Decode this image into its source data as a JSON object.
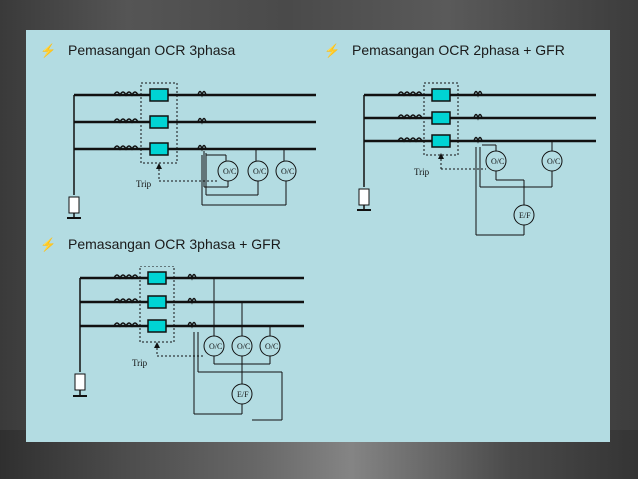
{
  "slide": {
    "bullet_icon": "lightning-bolt-icon",
    "diagrams": [
      {
        "title": "Pemasangan OCR 3phasa",
        "trip_label": "Trip",
        "relay_labels": [
          "O/C",
          "O/C",
          "O/C"
        ]
      },
      {
        "title": "Pemasangan OCR 2phasa + GFR",
        "trip_label": "Trip",
        "relay_labels": [
          "O/C",
          "O/C"
        ],
        "ground_relay_label": "E/F"
      },
      {
        "title": "Pemasangan OCR 3phasa + GFR",
        "trip_label": "Trip",
        "relay_labels": [
          "O/C",
          "O/C",
          "O/C"
        ],
        "ground_relay_label": "E/F"
      }
    ]
  }
}
